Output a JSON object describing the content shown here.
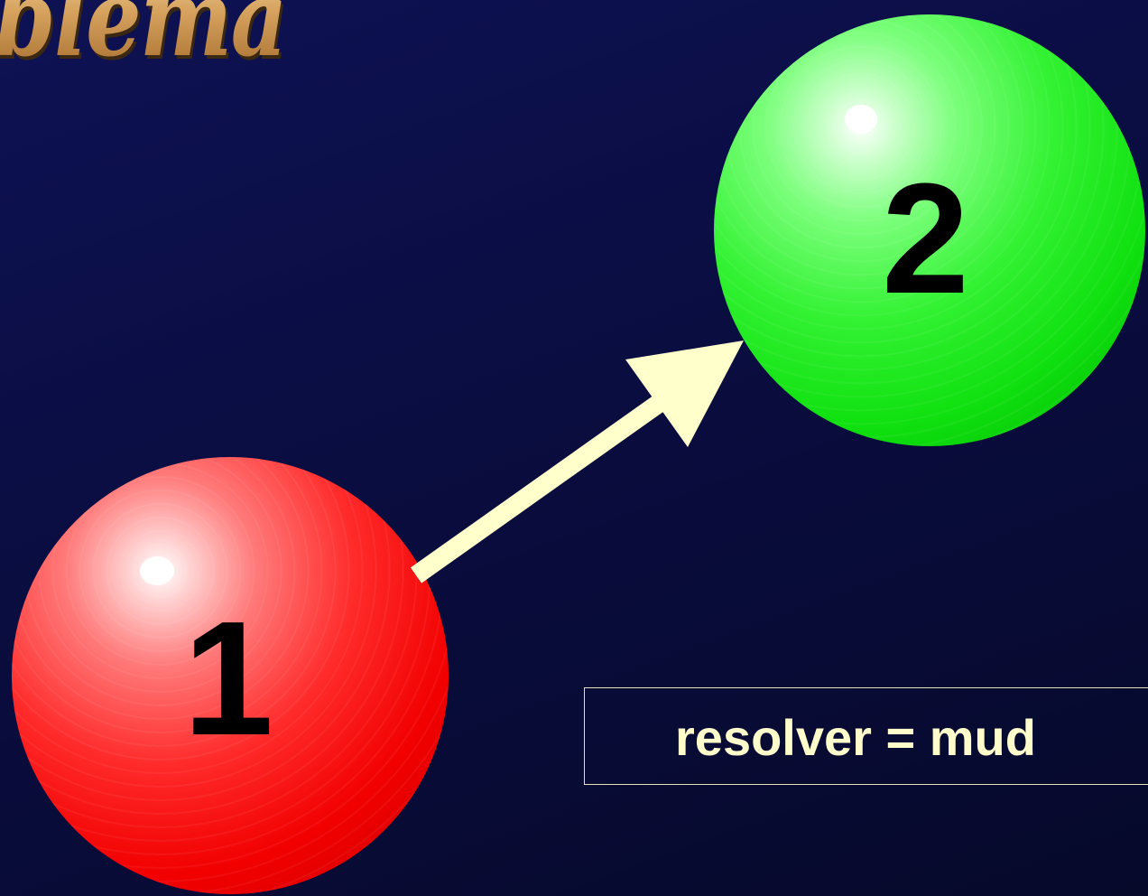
{
  "slide": {
    "title_fragment": "blema",
    "ball_1": {
      "label": "1",
      "color": "#ff0000"
    },
    "ball_2": {
      "label": "2",
      "color": "#00ff00"
    },
    "arrow_color": "#ffffcc",
    "formula_text": "resolver = mud"
  }
}
